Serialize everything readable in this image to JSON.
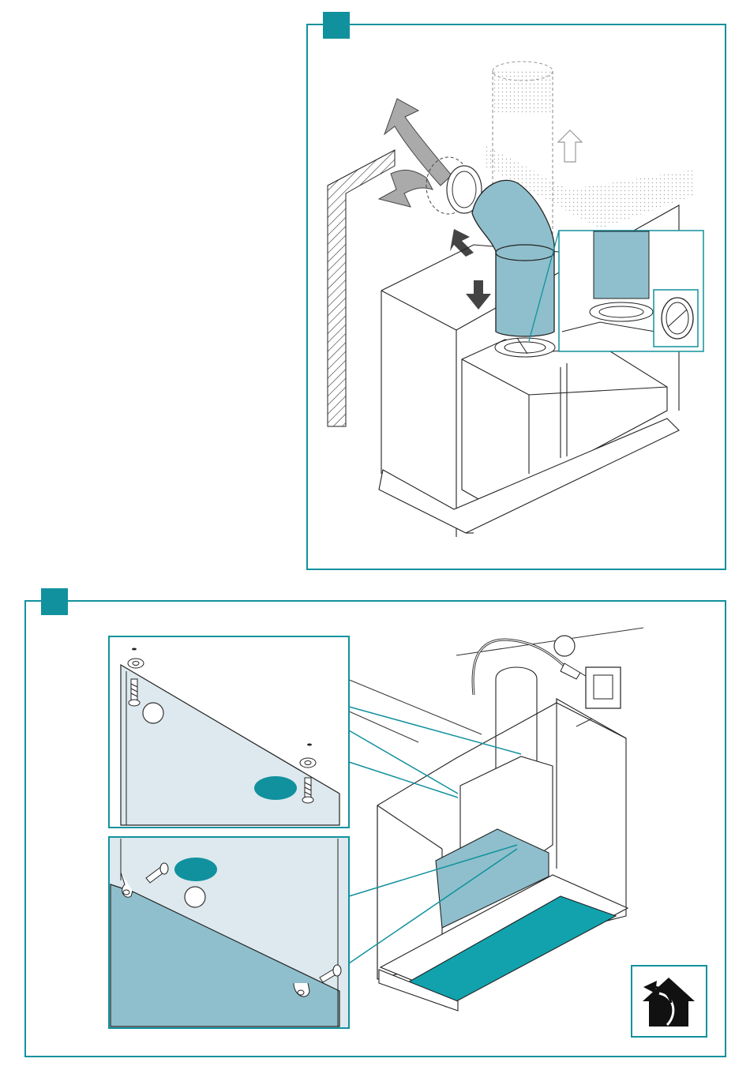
{
  "colors": {
    "accent": "#11919e",
    "duct_fill": "#8fbfcc",
    "detail_fill": "#dde9ee",
    "filter_fill": "#11a2ad",
    "line": "#222222"
  },
  "panels": [
    {
      "name": "step-panel-top",
      "content": "duct-connection-illustration"
    },
    {
      "name": "step-panel-bottom",
      "content": "filter-and-mounting-illustration"
    }
  ],
  "icons": [
    "arrow-up-icon",
    "arrow-curved-icon",
    "arrow-down-icon",
    "screw-icon",
    "power-plug-icon",
    "house-outside-venting-icon"
  ]
}
